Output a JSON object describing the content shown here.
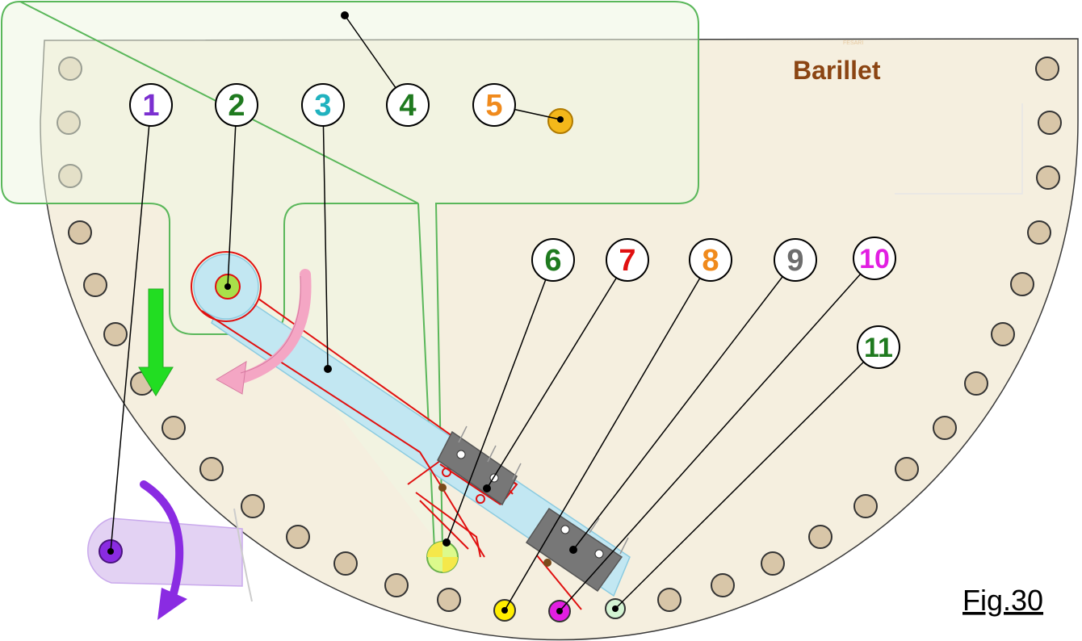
{
  "diagram": {
    "title": "Barillet",
    "figure_label": "Fig.30",
    "faint_mark": "FESARI",
    "callouts": [
      {
        "id": "1",
        "label": "1",
        "color": "#7b2fd0"
      },
      {
        "id": "2",
        "label": "2",
        "color": "#1f7a1f"
      },
      {
        "id": "3",
        "label": "3",
        "color": "#20b2bf"
      },
      {
        "id": "4",
        "label": "4",
        "color": "#1f7a1f"
      },
      {
        "id": "5",
        "label": "5",
        "color": "#f08a1c"
      },
      {
        "id": "6",
        "label": "6",
        "color": "#1f7a1f"
      },
      {
        "id": "7",
        "label": "7",
        "color": "#e01010"
      },
      {
        "id": "8",
        "label": "8",
        "color": "#f08a1c"
      },
      {
        "id": "9",
        "label": "9",
        "color": "#6d6d6d"
      },
      {
        "id": "10",
        "label": "10",
        "color": "#e21ee2"
      },
      {
        "id": "11",
        "label": "11",
        "color": "#1f7a1f"
      }
    ]
  },
  "colors": {
    "barrel_fill": "#f5efdf",
    "hole_fill": "#d8c6a8",
    "lever_fill": "#c2e7f2",
    "plate_outline": "#5ab75a",
    "red_lines": "#e01010",
    "purple_arm": "#e3d2f3",
    "purple_arrow": "#8a2be2",
    "green_arrow": "#22dd22",
    "pink_arrow": "#f4a6c4"
  }
}
